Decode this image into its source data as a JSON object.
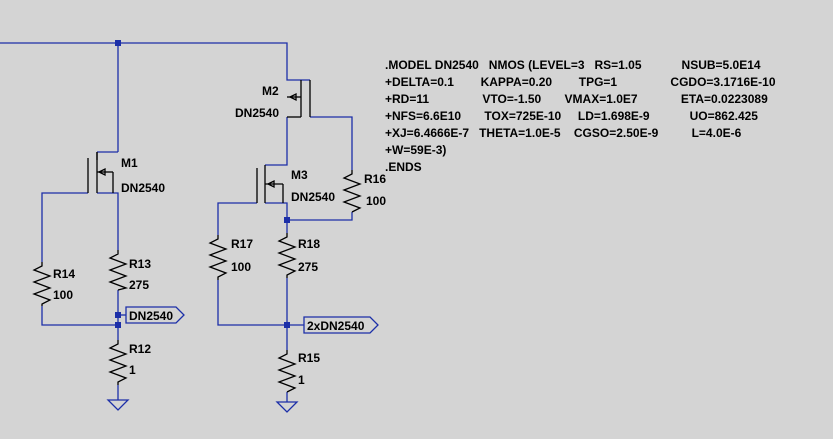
{
  "directive_lines": [
    ".MODEL DN2540   NMOS (LEVEL=3   RS=1.05            NSUB=5.0E14",
    "+DELTA=0.1        KAPPA=0.20        TPG=1                CGDO=3.1716E-10",
    "+RD=11                VTO=-1.50       VMAX=1.0E7             ETA=0.0223089",
    "+NFS=6.6E10       TOX=725E-10     LD=1.698E-9            UO=862.425",
    "+XJ=6.4666E-7   THETA=1.0E-5    CGSO=2.50E-9          L=4.0E-6",
    "+W=59E-3)",
    ".ENDS"
  ],
  "components": {
    "m1": {
      "name": "M1",
      "value": "DN2540"
    },
    "m2": {
      "name": "M2",
      "value": "DN2540"
    },
    "m3": {
      "name": "M3",
      "value": "DN2540"
    },
    "r12": {
      "name": "R12",
      "value": "1"
    },
    "r13": {
      "name": "R13",
      "value": "275"
    },
    "r14": {
      "name": "R14",
      "value": "100"
    },
    "r15": {
      "name": "R15",
      "value": "1"
    },
    "r16": {
      "name": "R16",
      "value": "100"
    },
    "r17": {
      "name": "R17",
      "value": "100"
    },
    "r18": {
      "name": "R18",
      "value": "275"
    }
  },
  "net_labels": {
    "out1": "DN2540",
    "out2": "2xDN2540"
  },
  "colors": {
    "background": "#d4d4d4",
    "wire": "#1c2fa8",
    "component": "#000000"
  }
}
